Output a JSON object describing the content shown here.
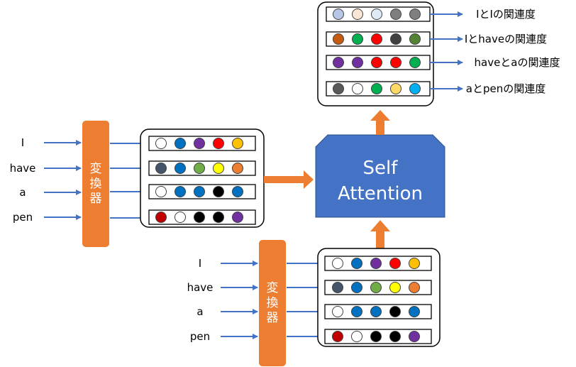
{
  "colors": {
    "converter": "#ED7D31",
    "self_attention": "#4472C4",
    "arrow": "#4472C4",
    "orange_arrow": "#ED7D31"
  },
  "converter_label": [
    "変",
    "換",
    "器"
  ],
  "self_attention": {
    "line1": "Self",
    "line2": "Attention"
  },
  "left_inputs": [
    "I",
    "have",
    "a",
    "pen"
  ],
  "bottom_inputs": [
    "I",
    "have",
    "a",
    "pen"
  ],
  "embedding_rows": [
    [
      "#FFFFFF",
      "#0070C0",
      "#7030A0",
      "#FF0000",
      "#FFC000"
    ],
    [
      "#44546A",
      "#0070C0",
      "#70AD47",
      "#FFFF00",
      "#ED7D31"
    ],
    [
      "#FFFFFF",
      "#0070C0",
      "#0070C0",
      "#000000",
      "#0070C0"
    ],
    [
      "#C00000",
      "#FFFFFF",
      "#000000",
      "#000000",
      "#7030A0"
    ]
  ],
  "output_rows": [
    {
      "colors": [
        "#B4C7E7",
        "#FBE5D6",
        "#DEEBF7",
        "#7F7F7F",
        "#7F7F7F"
      ],
      "label": "IとIの関連度"
    },
    {
      "colors": [
        "#C55A11",
        "#00B050",
        "#FF0000",
        "#404040",
        "#548235"
      ],
      "label": "Iとhaveの関連度"
    },
    {
      "colors": [
        "#7030A0",
        "#7030A0",
        "#FF0000",
        "#FF0000",
        "#00B050"
      ],
      "label": "haveとaの関連度"
    },
    {
      "colors": [
        "#595959",
        "#FFFFFF",
        "#00B050",
        "#FFD966",
        "#00B0F0"
      ],
      "label": "aとpenの関連度"
    }
  ]
}
